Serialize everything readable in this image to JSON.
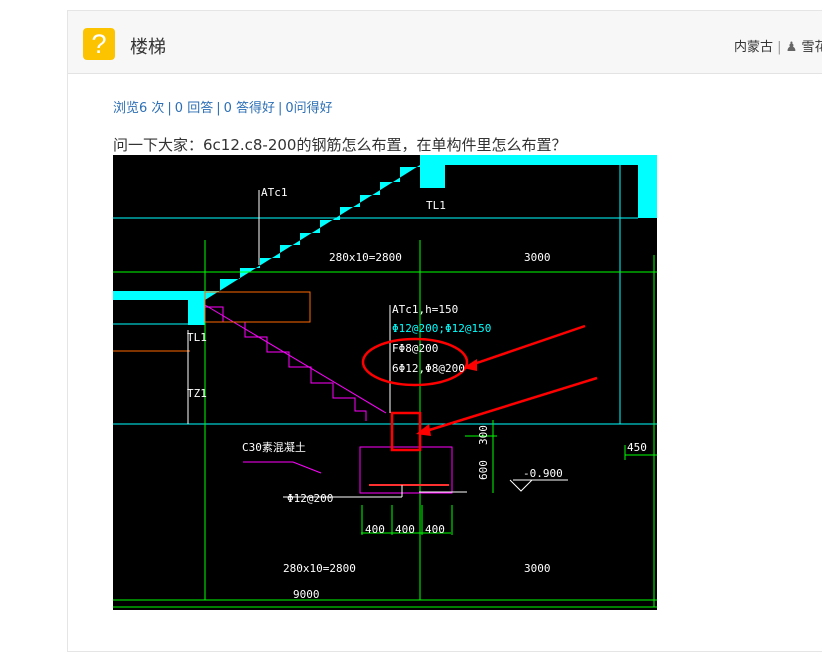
{
  "header": {
    "title": "楼梯",
    "location": "内蒙古",
    "user": "雪花",
    "icon": "question-icon"
  },
  "stats": {
    "views": "浏览6 次",
    "answers": "0 回答",
    "good_answers": "0 答得好",
    "good_questions": "0问得好"
  },
  "question": "问一下大家：6c12.c8-200的钢筋怎么布置，在单构件里怎么布置？",
  "drawing": {
    "labels": {
      "atc1": "ATc1",
      "tl1_top": "TL1",
      "dim_2800_top": "280x10=2800",
      "dim_3000_top": "3000",
      "tl1_left": "TL1",
      "tz1": "TZ1",
      "atc1_h": "ATc1,h=150",
      "rebar_main": "Φ12@200;Φ12@150",
      "rebar_f": "FΦ8@200",
      "rebar_circled": "6Φ12,Φ8@200",
      "concrete": "C30素混凝土",
      "footing_rebar": "Φ12@200",
      "dim_300": "300",
      "dim_600": "600",
      "elev": "-0.900",
      "dim_450": "450",
      "dim_400a": "400",
      "dim_400b": "400",
      "dim_400c": "400",
      "dim_2800_bot": "280x10=2800",
      "dim_3000_bot": "3000",
      "dim_9000": "9000"
    },
    "colors": {
      "cyan": "#00ffff",
      "green": "#00ff00",
      "magenta": "#ff00ff",
      "red": "#ff0000",
      "orange": "#ff6a00"
    }
  }
}
